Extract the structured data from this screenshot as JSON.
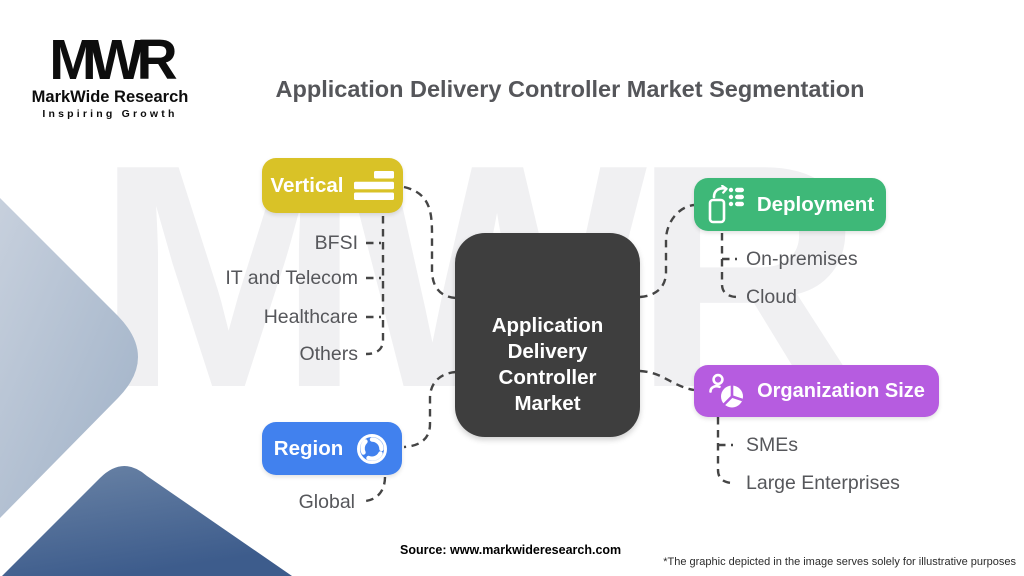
{
  "header": {
    "logo": {
      "mark": "MWR",
      "name": "MarkWide Research",
      "tagline": "Inspiring Growth"
    },
    "title": "Application Delivery Controller Market Segmentation"
  },
  "watermark": "MWR",
  "diagram": {
    "center": {
      "label": "Application\nDelivery\nController\nMarket",
      "color": "#3e3e3e"
    },
    "branches": [
      {
        "id": "vertical",
        "label": "Vertical",
        "color": "#d9c227",
        "icon": "list-bars-icon",
        "items": [
          "BFSI",
          "IT and Telecom",
          "Healthcare",
          "Others"
        ]
      },
      {
        "id": "deployment",
        "label": "Deployment",
        "color": "#3eb878",
        "icon": "device-sync-icon",
        "items": [
          "On-premises",
          "Cloud"
        ]
      },
      {
        "id": "organization-size",
        "label": "Organization Size",
        "color": "#b65ce0",
        "icon": "person-pie-icon",
        "items": [
          "SMEs",
          "Large Enterprises"
        ]
      },
      {
        "id": "region",
        "label": "Region",
        "color": "#4181ee",
        "icon": "globe-icon",
        "items": [
          "Global"
        ]
      }
    ]
  },
  "footer": {
    "source": "Source: www.markwideresearch.com",
    "disclaimer": "*The graphic depicted in the image serves solely for illustrative purposes"
  }
}
